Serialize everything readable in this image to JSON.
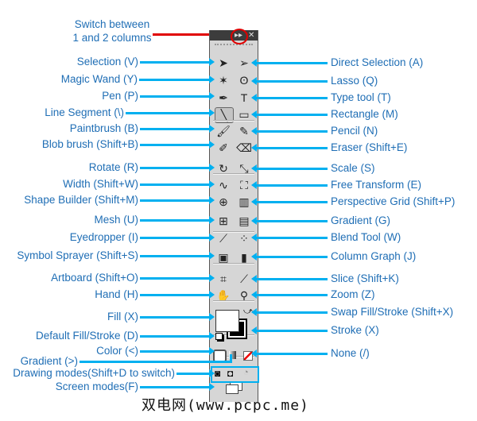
{
  "title": {
    "line1": "Switch between",
    "line2": "1 and 2 columns"
  },
  "left_labels": [
    "Selection (V)",
    "Magic Wand (Y)",
    "Pen (P)",
    "Line Segment (\\)",
    "Paintbrush (B)",
    "Blob brush (Shift+B)",
    "Rotate (R)",
    "Width (Shift+W)",
    "Shape Builder (Shift+M)",
    "Mesh (U)",
    "Eyedropper (I)",
    "Symbol Sprayer (Shift+S)",
    "Artboard (Shift+O)",
    "Hand (H)",
    "Fill (X)",
    "Default Fill/Stroke (D)",
    "Color (<)",
    "Gradient (>)",
    "Drawing modes(Shift+D to switch)",
    "Screen modes(F)"
  ],
  "right_labels": [
    "Direct Selection (A)",
    "Lasso (Q)",
    "Type tool (T)",
    "Rectangle (M)",
    "Pencil (N)",
    "Eraser (Shift+E)",
    "Scale (S)",
    "Free Transform (E)",
    "Perspective Grid (Shift+P)",
    "Gradient (G)",
    "Blend Tool (W)",
    "Column Graph (J)",
    "Slice (Shift+K)",
    "Zoom (Z)",
    "Swap Fill/Stroke (Shift+X)",
    "Stroke (X)",
    "None (/)"
  ],
  "watermark": "双电网(www.pcpc.me)",
  "colors": {
    "label": "#1f6eb5",
    "arrow": "#00b0f0",
    "highlight": "#e00000"
  }
}
